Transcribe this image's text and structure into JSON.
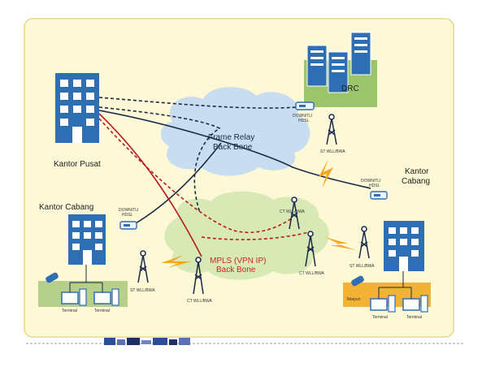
{
  "nodes": {
    "kantor_pusat": "Kantor Pusat",
    "drc": "DRC",
    "kantor_cabang_left": "Kantor Cabang",
    "kantor_cabang_right_line1": "Kantor",
    "kantor_cabang_right_line2": "Cabang"
  },
  "clouds": {
    "frame_relay_line1": "Frame Relay",
    "frame_relay_line2": "Back Bone",
    "mpls_line1": "MPLS (VPN IP)",
    "mpls_line2": "Back Bone"
  },
  "devices": {
    "modem_drc_line1": "DOWN/TLI",
    "modem_drc_line2": "HDSL",
    "modem_left_line1": "DOWN/TLI",
    "modem_left_line2": "HDSL",
    "modem_right_line1": "DOWN/TLI",
    "modem_right_line2": "HDSL"
  },
  "towers": {
    "st_drc": "ST WLL/BWA",
    "ct_center": "CT WLL/BWA",
    "st_left": "ST WLL/BWA",
    "ct_bottom_left": "CT WLL/BWA",
    "ct_mid_right": "CT WLL/BWA",
    "st_right": "ST WLL/BWA"
  },
  "terminals": {
    "left_1": "Terminal",
    "left_2": "Terminal",
    "right_telepon": "Telepon",
    "right_1": "Terminal",
    "right_2": "Terminal"
  },
  "colors": {
    "background": "#fdf8d6",
    "frame_relay_cloud": "#c9ddf0",
    "mpls_cloud": "#d8e9b5",
    "building": "#2e6fb4",
    "dark_link": "#1b2a4a",
    "red_link": "#b71c1c",
    "wireless_bolt": "#f5a623",
    "drc_panel": "#9cc46a",
    "lan_left_panel": "#b6cf8a",
    "lan_right_panel": "#f2b233"
  }
}
